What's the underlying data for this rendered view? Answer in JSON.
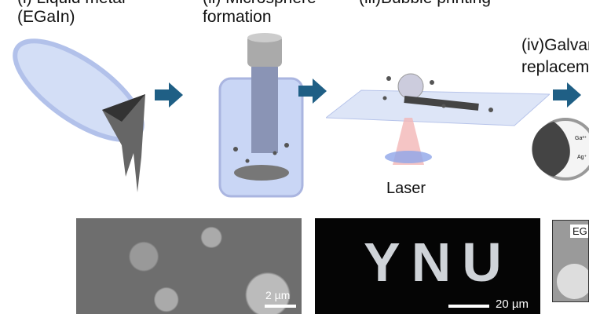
{
  "steps": [
    {
      "label_top": "(i) Liquid metal",
      "label": "(EGaIn)"
    },
    {
      "label_top": "(ii) Microsphere",
      "label": "formation"
    },
    {
      "label_top": "(iii)Bubble printing",
      "laser": "Laser"
    },
    {
      "label_top": "(iv)Galvanic",
      "label": "replacement",
      "ions": [
        "Ga³⁺",
        "Ag⁺"
      ]
    }
  ],
  "images": [
    {
      "scale": "2 µm"
    },
    {
      "text": "YNU",
      "scale": "20 µm"
    },
    {
      "tag": "EG"
    }
  ],
  "colors": {
    "arrow": "#1f5f85",
    "glass": "#c9d6f5"
  }
}
